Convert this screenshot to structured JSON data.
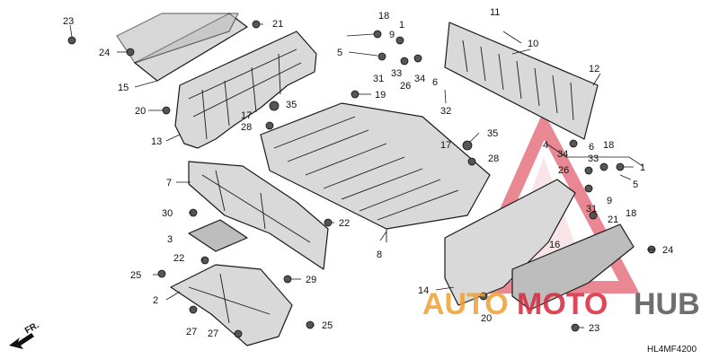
{
  "diagram": {
    "callouts": [
      {
        "id": "c23a",
        "label": "23"
      },
      {
        "id": "c21a",
        "label": "21"
      },
      {
        "id": "c24a",
        "label": "24"
      },
      {
        "id": "c15",
        "label": "15"
      },
      {
        "id": "c20a",
        "label": "20"
      },
      {
        "id": "c13",
        "label": "13"
      },
      {
        "id": "c18a",
        "label": "18"
      },
      {
        "id": "c1a",
        "label": "1"
      },
      {
        "id": "c9a",
        "label": "9"
      },
      {
        "id": "c5a",
        "label": "5"
      },
      {
        "id": "c33a",
        "label": "33"
      },
      {
        "id": "c31a",
        "label": "31"
      },
      {
        "id": "c26a",
        "label": "26"
      },
      {
        "id": "c34a",
        "label": "34"
      },
      {
        "id": "c6a",
        "label": "6"
      },
      {
        "id": "c19",
        "label": "19"
      },
      {
        "id": "c35a",
        "label": "35"
      },
      {
        "id": "c17a",
        "label": "17"
      },
      {
        "id": "c28a",
        "label": "28"
      },
      {
        "id": "c11",
        "label": "11"
      },
      {
        "id": "c10",
        "label": "10"
      },
      {
        "id": "c12",
        "label": "12"
      },
      {
        "id": "c32",
        "label": "32"
      },
      {
        "id": "c4",
        "label": "4"
      },
      {
        "id": "c35b",
        "label": "35"
      },
      {
        "id": "c17b",
        "label": "17"
      },
      {
        "id": "c28b",
        "label": "28"
      },
      {
        "id": "c6b",
        "label": "6"
      },
      {
        "id": "c33b",
        "label": "33"
      },
      {
        "id": "c34b",
        "label": "34"
      },
      {
        "id": "c18b",
        "label": "18"
      },
      {
        "id": "c1b",
        "label": "1"
      },
      {
        "id": "c26b",
        "label": "26"
      },
      {
        "id": "c5b",
        "label": "5"
      },
      {
        "id": "c9b",
        "label": "9"
      },
      {
        "id": "c31b",
        "label": "31"
      },
      {
        "id": "c21b",
        "label": "21"
      },
      {
        "id": "c18c",
        "label": "18"
      },
      {
        "id": "c7",
        "label": "7"
      },
      {
        "id": "c30",
        "label": "30"
      },
      {
        "id": "c22a",
        "label": "22"
      },
      {
        "id": "c3",
        "label": "3"
      },
      {
        "id": "c8",
        "label": "8"
      },
      {
        "id": "c16",
        "label": "16"
      },
      {
        "id": "c24b",
        "label": "24"
      },
      {
        "id": "c22b",
        "label": "22"
      },
      {
        "id": "c25a",
        "label": "25"
      },
      {
        "id": "c29",
        "label": "29"
      },
      {
        "id": "c2",
        "label": "2"
      },
      {
        "id": "c14",
        "label": "14"
      },
      {
        "id": "c20b",
        "label": "20"
      },
      {
        "id": "c27a",
        "label": "27"
      },
      {
        "id": "c27b",
        "label": "27"
      },
      {
        "id": "c25b",
        "label": "25"
      },
      {
        "id": "c23b",
        "label": "23"
      }
    ],
    "front_indicator": "FR.",
    "diagram_code": "HL4MF4200"
  },
  "watermark": {
    "text_left": "AUTO",
    "text_mid": "MOTO",
    "text_right": "HUB",
    "color_orange": "#f0a030",
    "color_red": "#d8283a",
    "color_gray": "#555555"
  }
}
